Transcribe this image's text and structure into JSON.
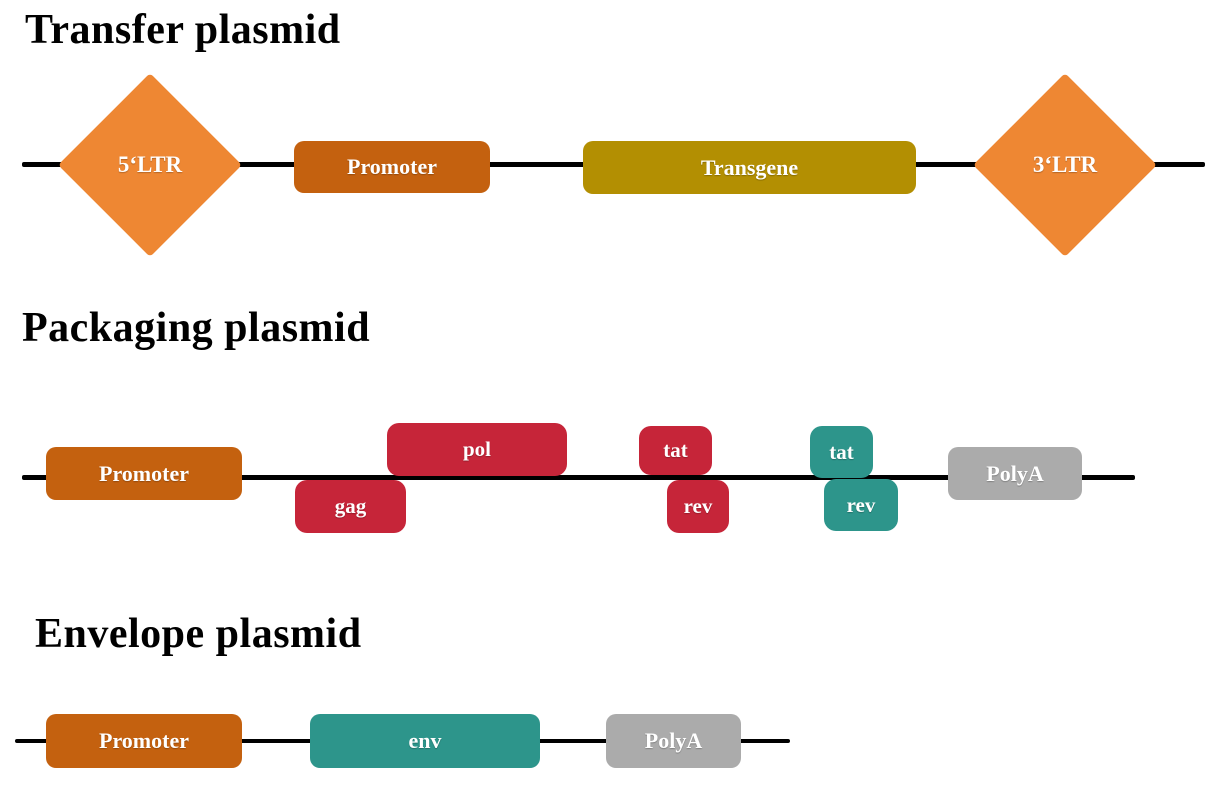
{
  "colors": {
    "ltr": "#EE8733",
    "promoter": "#C4610F",
    "transgene": "#B38F02",
    "gene_red": "#C62539",
    "gene_teal": "#2D958B",
    "polya_gray": "#ABABAB",
    "backbone": "#000000",
    "label_text": "#FFFFFF",
    "title_text": "#000000"
  },
  "sections": {
    "transfer": {
      "title": "Transfer plasmid",
      "ltr5": "5‘LTR",
      "promoter": "Promoter",
      "transgene": "Transgene",
      "ltr3": "3‘LTR"
    },
    "packaging": {
      "title": "Packaging plasmid",
      "promoter": "Promoter",
      "gag": "gag",
      "pol": "pol",
      "tat_red": "tat",
      "rev_red": "rev",
      "tat_teal": "tat",
      "rev_teal": "rev",
      "polya": "PolyA"
    },
    "envelope": {
      "title": "Envelope plasmid",
      "promoter": "Promoter",
      "env": "env",
      "polya": "PolyA"
    }
  }
}
